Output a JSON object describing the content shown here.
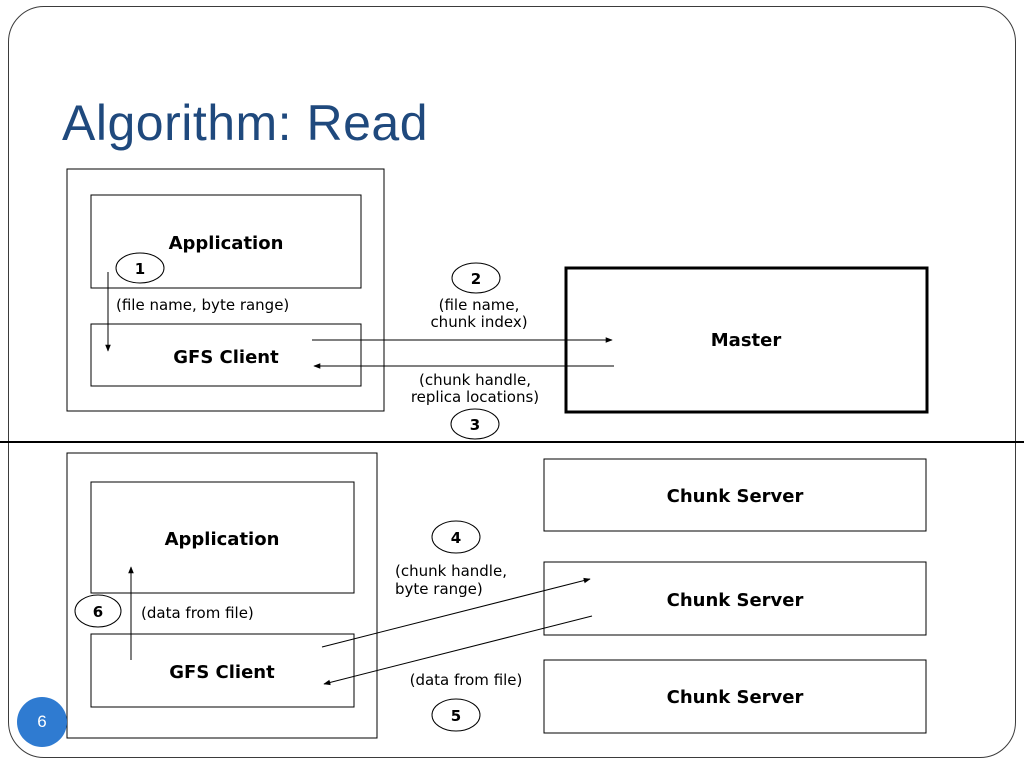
{
  "slide": {
    "title": "Algorithm: Read",
    "page_number": "6"
  },
  "top_section": {
    "application_label": "Application",
    "gfs_client_label": "GFS Client",
    "master_label": "Master",
    "step1": "1",
    "step1_label": "(file name, byte range)",
    "step2": "2",
    "step2_label_lines": [
      "(file name,",
      "chunk index)"
    ],
    "step3": "3",
    "step3_label_lines": [
      "(chunk handle,",
      "replica locations)"
    ]
  },
  "bottom_section": {
    "application_label": "Application",
    "gfs_client_label": "GFS Client",
    "chunk_servers": [
      "Chunk Server",
      "Chunk Server",
      "Chunk Server"
    ],
    "step4": "4",
    "step4_label_lines": [
      "(chunk handle,",
      "byte range)"
    ],
    "step5": "5",
    "step5_label": "(data from file)",
    "step6": "6",
    "step6_label": "(data from file)"
  }
}
